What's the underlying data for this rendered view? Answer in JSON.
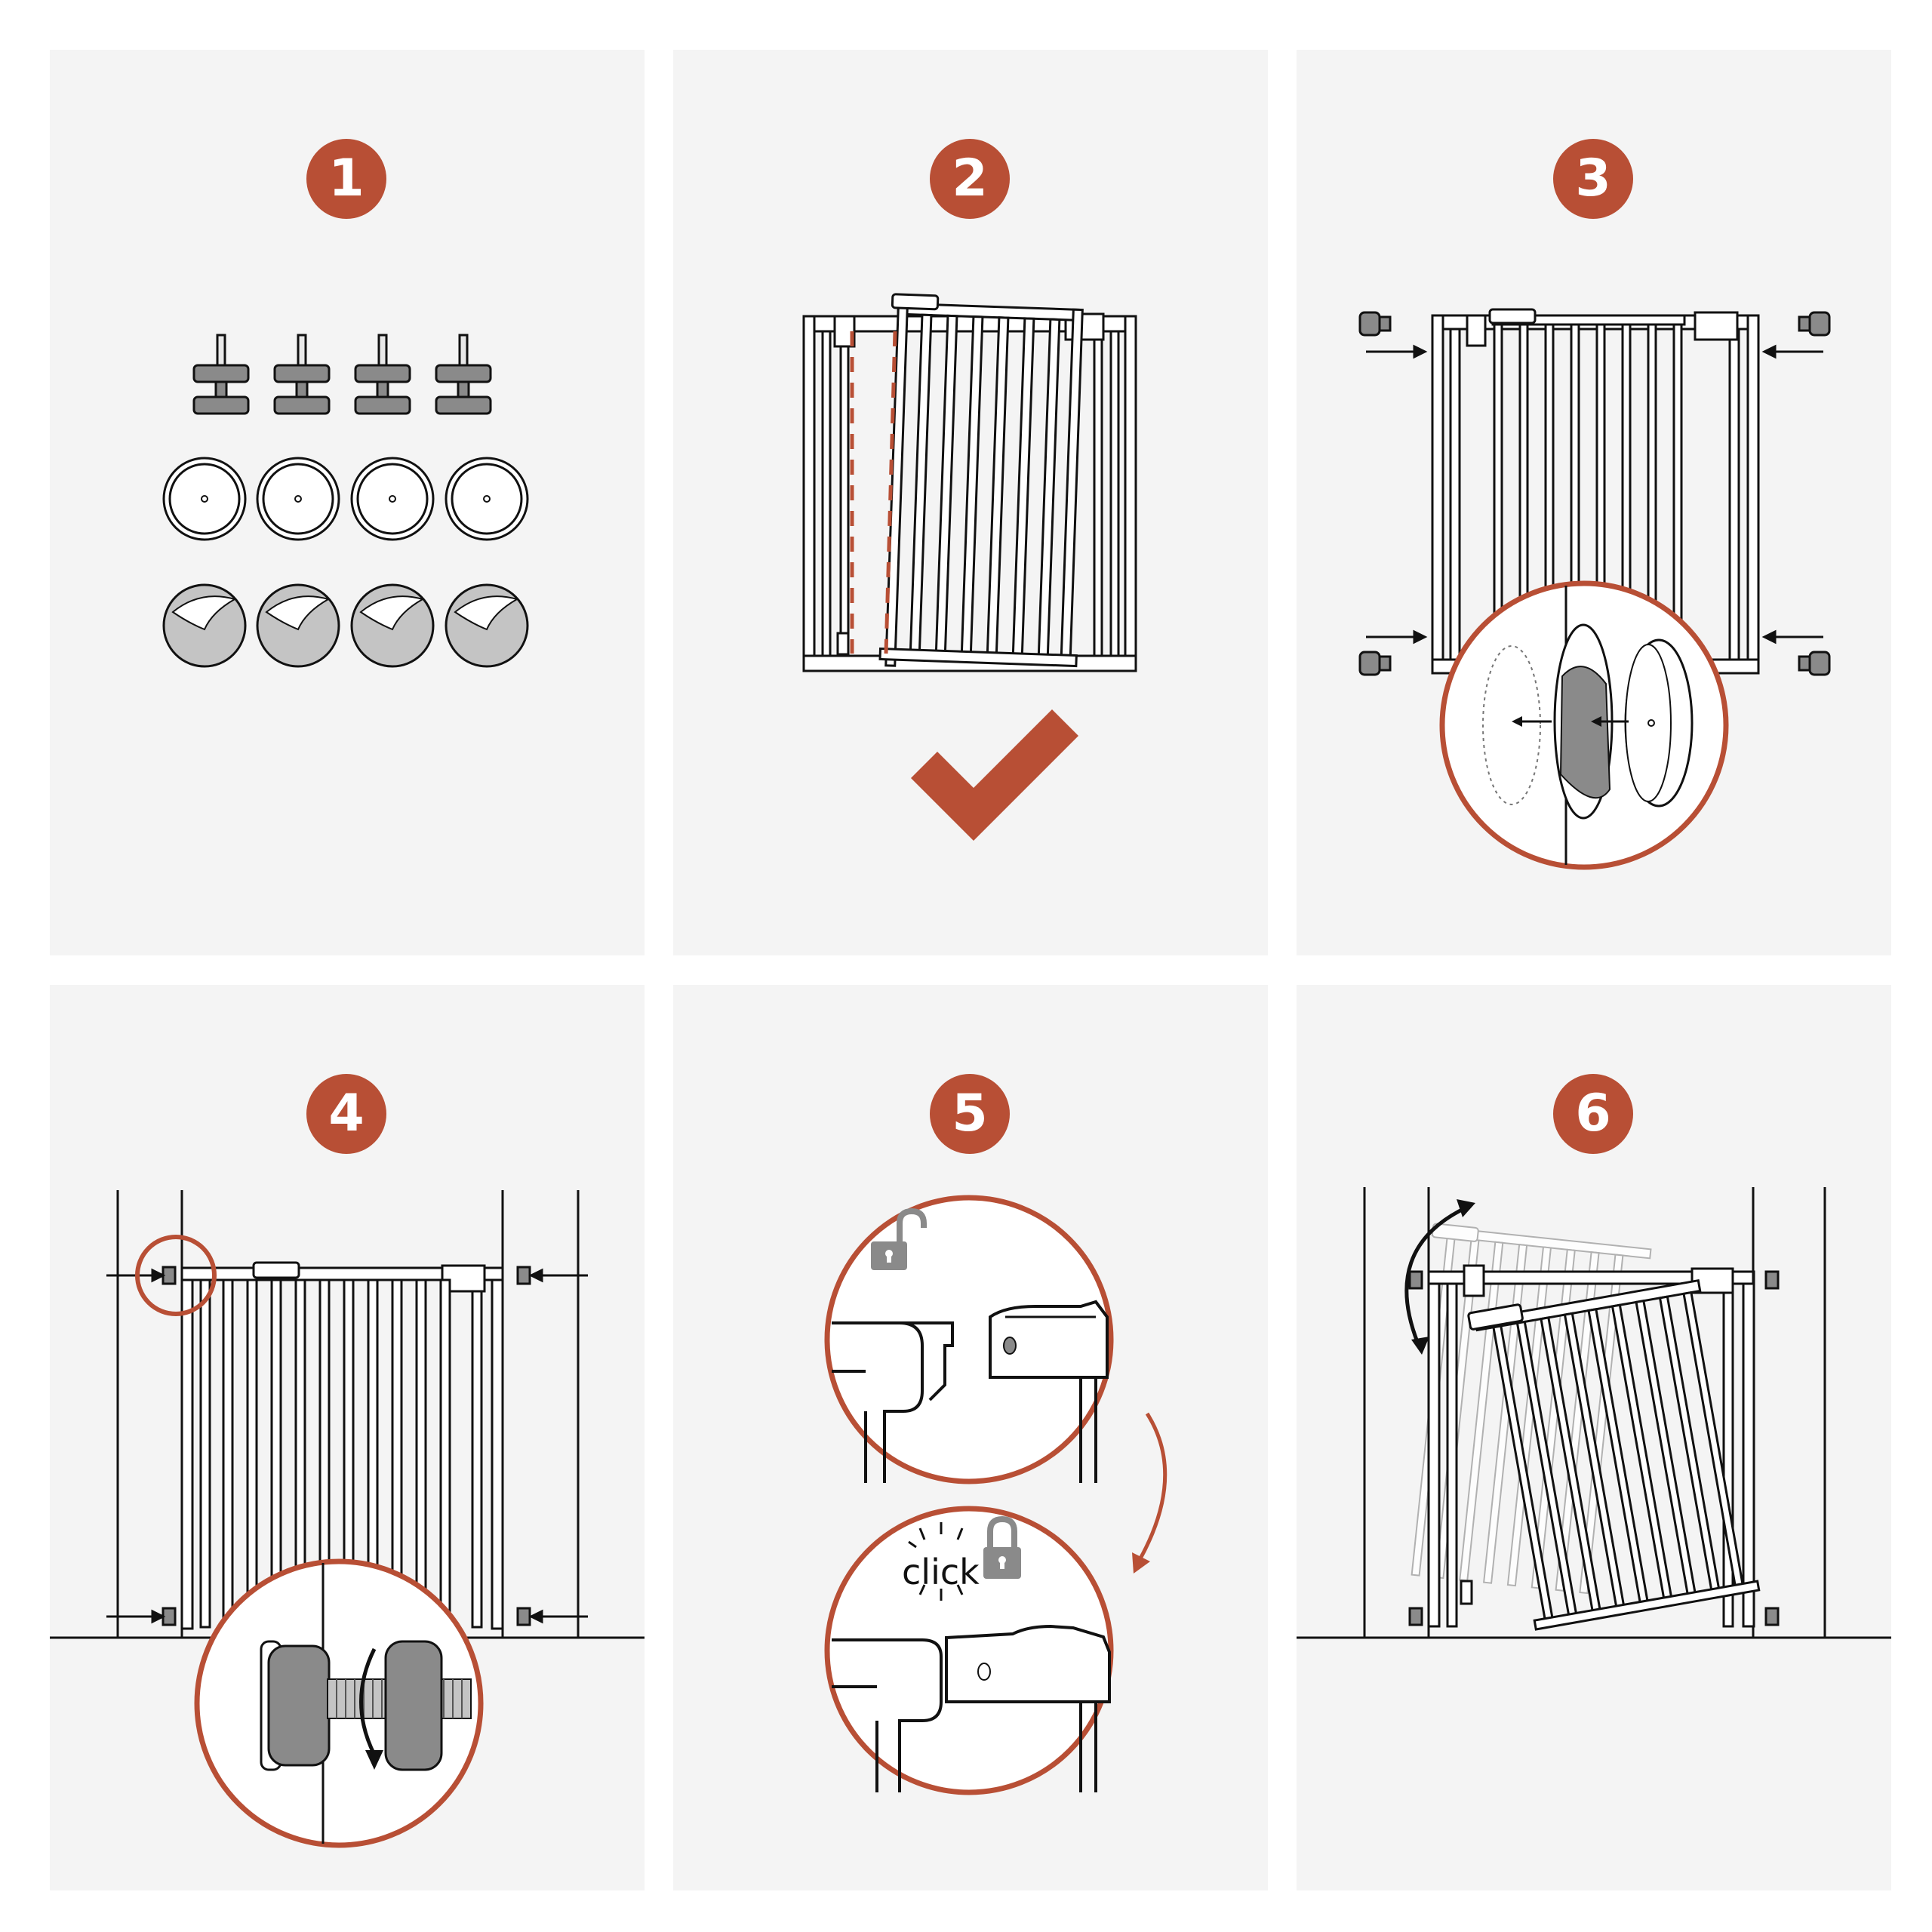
{
  "colors": {
    "accent": "#b84f35",
    "panel_bg": "#f4f4f4",
    "line": "#111111",
    "gray_fill": "#8a8a8a",
    "light_gray": "#c4c4c4"
  },
  "steps": [
    {
      "number": "1",
      "content": "parts: 4 threaded spindles, 4 wall cups, 4 adhesive pads"
    },
    {
      "number": "2",
      "content": "gate with dashed alignment lines and check mark",
      "icon": "check-icon"
    },
    {
      "number": "3",
      "content": "spindles inserted at four corners, zoom of pad attaching to wall cup"
    },
    {
      "number": "4",
      "content": "gate between walls, zoom of spindle being tightened",
      "icon": "rotate-arrow-icon"
    },
    {
      "number": "5",
      "content": "latch unlocked then locked",
      "click_text": "click",
      "icons": [
        "unlock-icon",
        "lock-icon"
      ]
    },
    {
      "number": "6",
      "content": "gate door swinging open in both directions",
      "icon": "swing-arrow-icon"
    }
  ]
}
